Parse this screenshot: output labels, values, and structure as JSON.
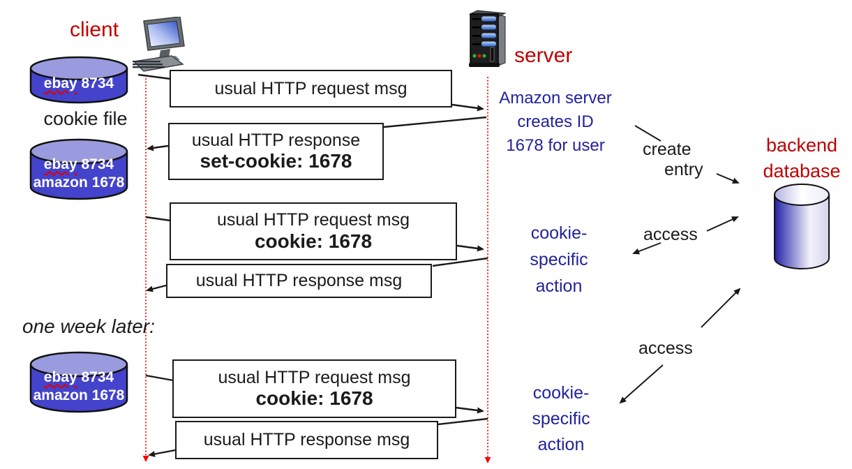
{
  "labels": {
    "client": "client",
    "server": "server",
    "cookie_file": "cookie file",
    "one_week_later": "one week later:",
    "access": "access"
  },
  "amazon_note": {
    "line1": "Amazon server",
    "line2": "creates ID",
    "line3": "1678 for user"
  },
  "create_entry": {
    "line1": "create",
    "line2": "entry"
  },
  "backend_db": {
    "line1": "backend",
    "line2": "database"
  },
  "cookie_action": {
    "line1": "cookie-",
    "line2": "specific",
    "line3": "action"
  },
  "boxes": {
    "request1": "usual HTTP request msg",
    "response1_line1": "usual HTTP response",
    "response1_line2": "set-cookie: 1678",
    "request2_line1": "usual HTTP request msg",
    "request2_line2": "cookie: 1678",
    "response2": "usual HTTP response msg",
    "request3_line1": "usual HTTP request msg",
    "request3_line2": "cookie: 1678",
    "response3": "usual HTTP response msg"
  },
  "cookie_file": {
    "entry1_site": "ebay",
    "entry1_id": "8734",
    "entry2": "amazon 1678"
  },
  "colors": {
    "actor_label_red": "#c00000",
    "note_blue": "#22229b",
    "cylinder_blue": "#4343cc",
    "cylinder_top": "#9a9ade",
    "lifeline_red": "#ff0000",
    "box_border": "#1a1a1a"
  }
}
